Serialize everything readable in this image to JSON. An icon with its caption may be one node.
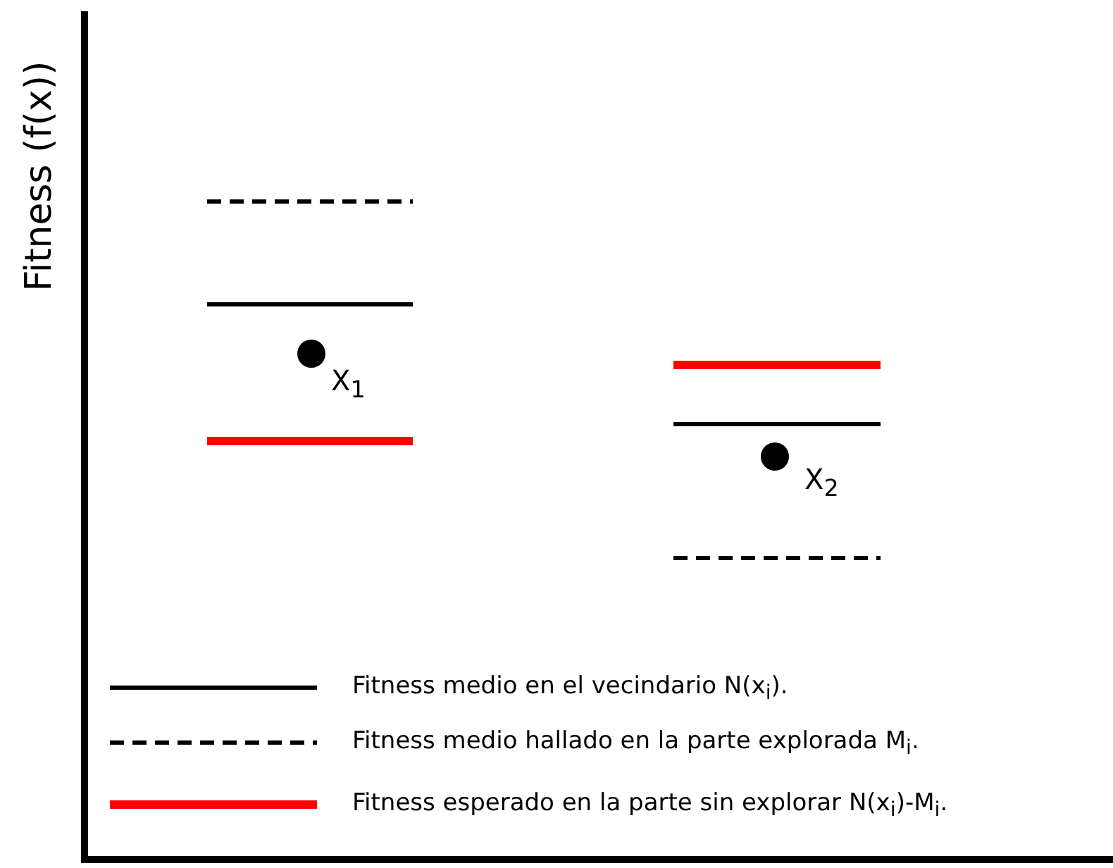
{
  "diagram": {
    "labels": [
      "Fitness (f(x))",
      "X$_{1}$",
      "X$_{2}$"
    ],
    "legend": [
      {
        "text": "Fitness medio en el vecindario N(x$_{i}$)."
      },
      {
        "text": "Fitness medio hallado en la parte explorada M$_{i}$."
      },
      {
        "text": "Fitness esperado en la parte sin explorar N(x$_{i}$)-M$_{i}$."
      }
    ]
  }
}
